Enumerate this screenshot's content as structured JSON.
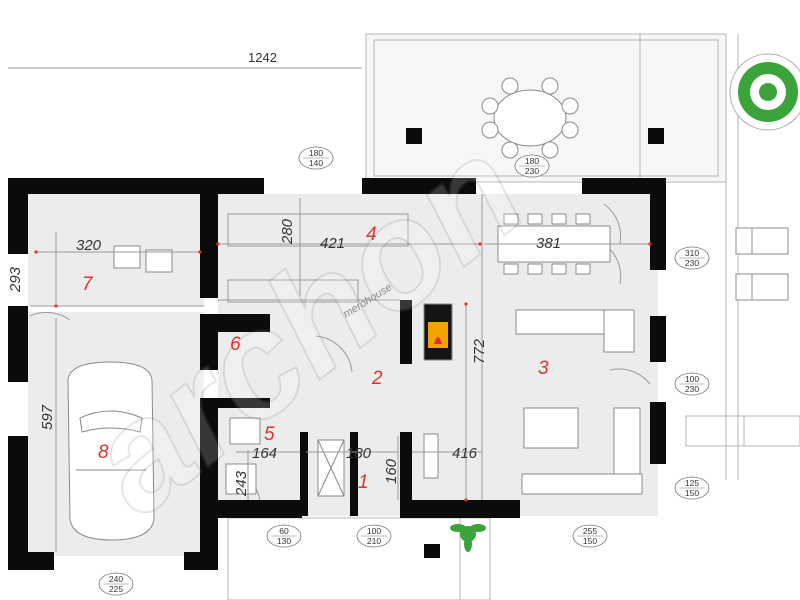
{
  "colors": {
    "wall": "#0b0b0b",
    "room_number": "#e0312f",
    "dim_marker": "#e0312f",
    "floor": "#ececec",
    "terrace": "#f4f4f4",
    "line": "#9a9a9a",
    "tree": "#3aa33a",
    "fire": "#f2a300"
  },
  "overall_width": "1242",
  "rooms": [
    {
      "number": "1"
    },
    {
      "number": "2"
    },
    {
      "number": "3"
    },
    {
      "number": "4"
    },
    {
      "number": "5"
    },
    {
      "number": "6"
    },
    {
      "number": "7"
    },
    {
      "number": "8"
    }
  ],
  "dimensions": [
    "320",
    "293",
    "280",
    "421",
    "381",
    "772",
    "597",
    "164",
    "180",
    "416",
    "243",
    "160"
  ],
  "openings": [
    {
      "top": "180",
      "bottom": "140"
    },
    {
      "top": "180",
      "bottom": "230"
    },
    {
      "top": "310",
      "bottom": "230"
    },
    {
      "top": "100",
      "bottom": "230"
    },
    {
      "top": "125",
      "bottom": "150"
    },
    {
      "top": "255",
      "bottom": "150"
    },
    {
      "top": "60",
      "bottom": "130"
    },
    {
      "top": "100",
      "bottom": "210"
    },
    {
      "top": "240",
      "bottom": "225"
    }
  ],
  "watermark": "archon",
  "watermark_small": "merohouse",
  "icons": [
    "car-icon",
    "fireplace-icon",
    "tree-icon",
    "plant-icon",
    "dining-table-icon",
    "sun-lounger-icon"
  ]
}
